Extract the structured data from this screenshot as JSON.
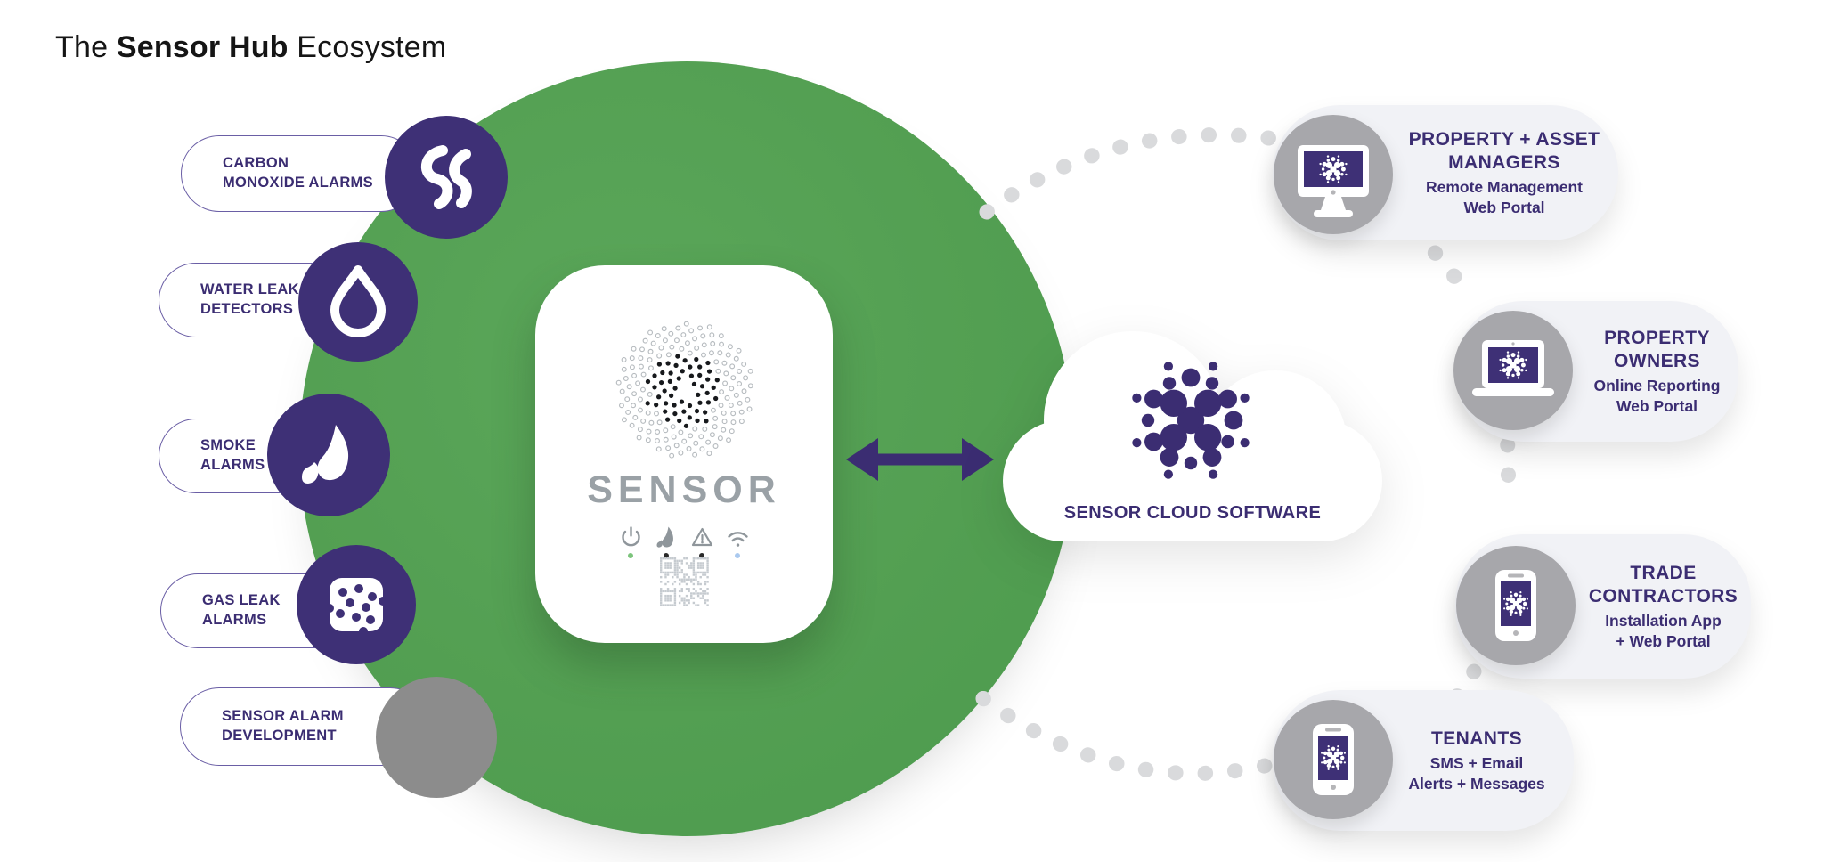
{
  "title": {
    "prefix": "The ",
    "bold": "Sensor Hub",
    "suffix": " Ecosystem"
  },
  "colors": {
    "green": "#539f52",
    "purple": "#3b2d72",
    "circle_purple": "#3e3076",
    "card_gray_circle": "#a7a7ab",
    "dev_gray": "#8c8c8c",
    "card_bg": "#f1f2f6",
    "dot_gray": "#d9dadc",
    "brand_gray": "#9aa1a6",
    "led_green": "#7cc47c",
    "led_black": "#2a2a2a",
    "led_blue": "#aac9ef"
  },
  "sensors": [
    {
      "line1": "CARBON",
      "line2": "MONOXIDE ALARMS",
      "icon": "smoke-co-icon"
    },
    {
      "line1": "WATER LEAK",
      "line2": "DETECTORS",
      "icon": "water-drop-icon"
    },
    {
      "line1": "SMOKE",
      "line2": "ALARMS",
      "icon": "flame-icon"
    },
    {
      "line1": "GAS LEAK",
      "line2": "ALARMS",
      "icon": "gas-sensor-icon"
    },
    {
      "line1": "SENSOR ALARM",
      "line2": "DEVELOPMENT",
      "icon": "blank-circle"
    }
  ],
  "device": {
    "brand": "SENSOR",
    "status_icons": [
      "power-icon",
      "flame-icon",
      "warning-icon",
      "wifi-icon"
    ]
  },
  "cloud": {
    "label": "SENSOR CLOUD SOFTWARE"
  },
  "cards": [
    {
      "title1": "PROPERTY + ASSET",
      "title2": "MANAGERS",
      "sub1": "Remote Management",
      "sub2": "Web Portal",
      "device": "desktop-monitor"
    },
    {
      "title1": "PROPERTY",
      "title2": "OWNERS",
      "sub1": "Online Reporting",
      "sub2": "Web Portal",
      "device": "laptop"
    },
    {
      "title1": "TRADE",
      "title2": "CONTRACTORS",
      "sub1": "Installation App",
      "sub2": "+ Web Portal",
      "device": "smartphone"
    },
    {
      "title1": "TENANTS",
      "title2": "",
      "sub1": "SMS + Email",
      "sub2": "Alerts + Messages",
      "device": "smartphone"
    }
  ]
}
